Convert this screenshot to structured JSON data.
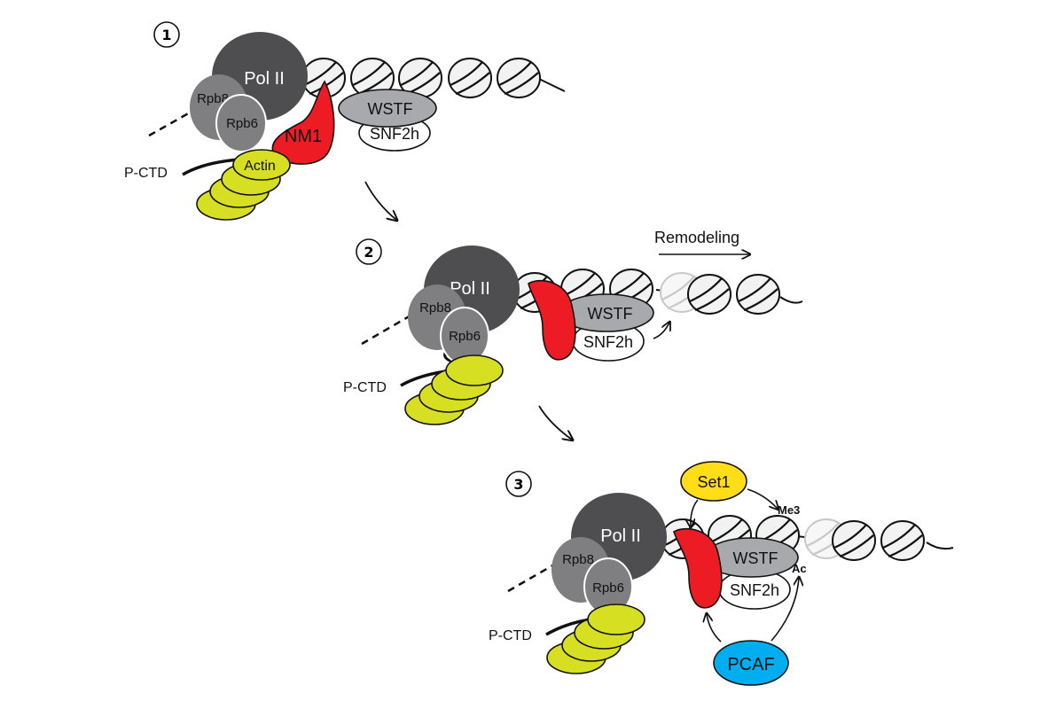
{
  "figure": {
    "title": "Actin / NM1 / WSTF-SNF2h chromatin remodeling model",
    "colors": {
      "pol2": "#4e4e50",
      "rpb": "#7f7f81",
      "actin": "#d6df22",
      "nm1": "#ed1c24",
      "wstf": "#a7a9ac",
      "snf2h": "#ffffff",
      "nucleosome": "#f2f2f2",
      "set1": "#ffde17",
      "pcaf": "#00aeef",
      "faded": "#c8c8c8"
    },
    "panels": [
      {
        "step": "1",
        "labels": {
          "pol2": "Pol II",
          "rpb8": "Rpb8",
          "rpb6": "Rpb6",
          "nm1": "NM1",
          "actin": "Actin",
          "pctd": "P-CTD",
          "wstf": "WSTF",
          "snf2h": "SNF2h"
        }
      },
      {
        "step": "2",
        "labels": {
          "pol2": "Pol II",
          "rpb8": "Rpb8",
          "rpb6": "Rpb6",
          "pctd": "P-CTD",
          "wstf": "WSTF",
          "snf2h": "SNF2h",
          "remodeling": "Remodeling"
        }
      },
      {
        "step": "3",
        "labels": {
          "pol2": "Pol II",
          "rpb8": "Rpb8",
          "rpb6": "Rpb6",
          "pctd": "P-CTD",
          "wstf": "WSTF",
          "snf2h": "SNF2h",
          "set1": "Set1",
          "me3": "Me3",
          "ac": "Ac",
          "pcaf": "PCAF"
        }
      }
    ]
  }
}
